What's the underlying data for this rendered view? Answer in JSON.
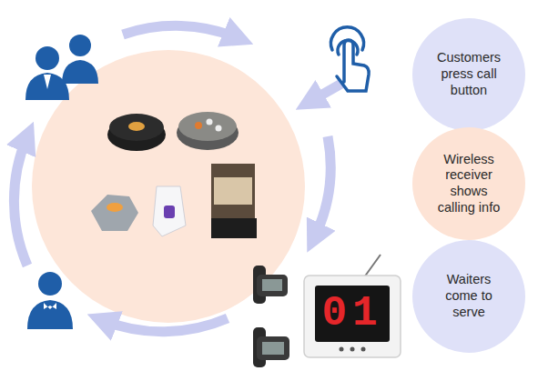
{
  "diagram": {
    "nodes": [
      {
        "text": [
          "Customers press call button"
        ]
      },
      {
        "text": [
          "Wireless receiver shows calling info"
        ]
      },
      {
        "text": [
          "Waiters come to serve"
        ]
      }
    ],
    "labels": [
      "01"
    ]
  }
}
